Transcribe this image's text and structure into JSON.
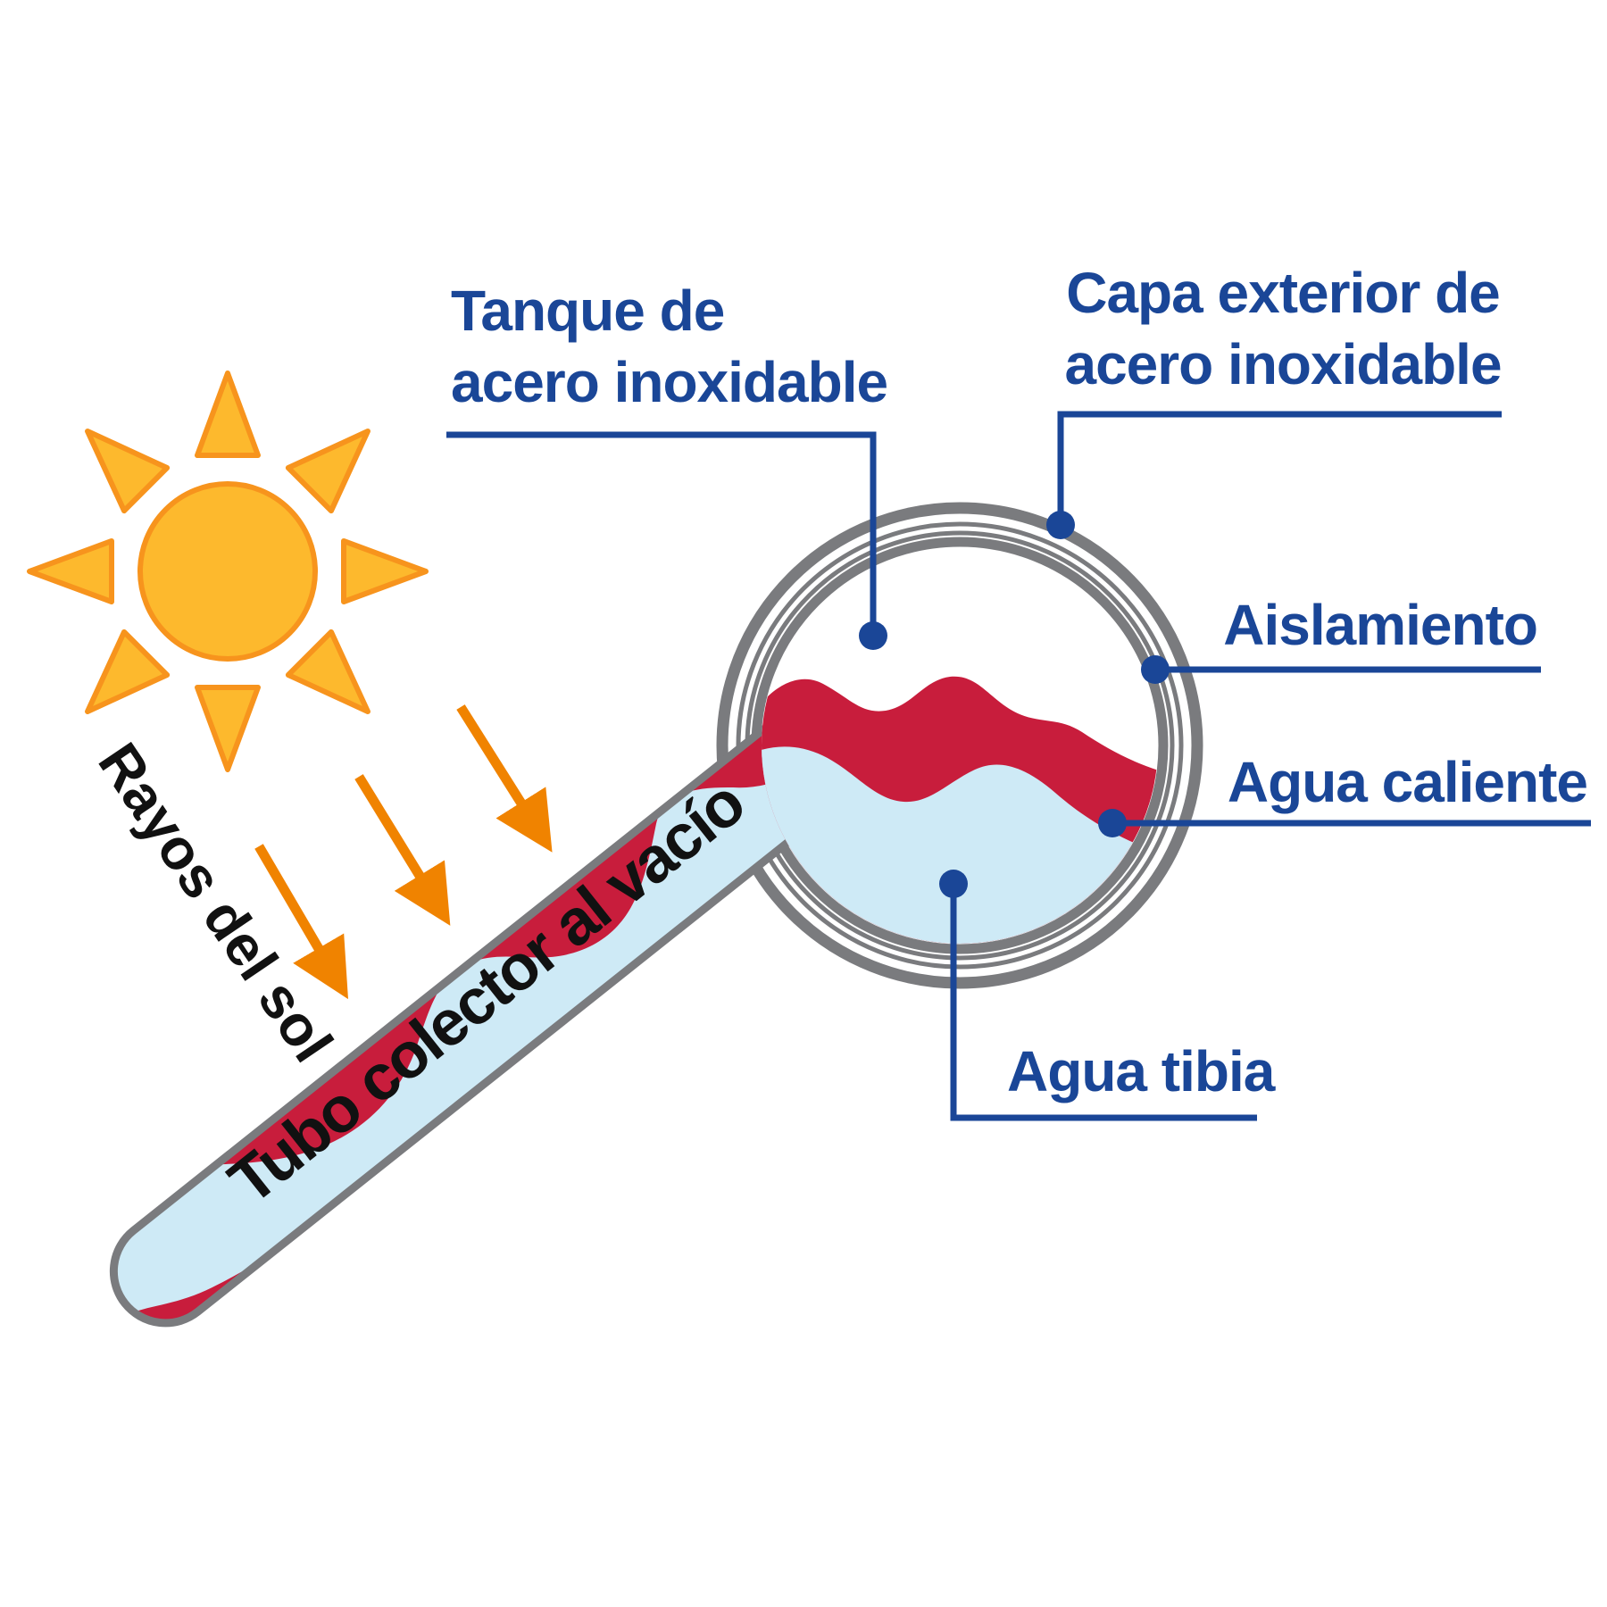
{
  "diagram": {
    "labels": {
      "tank_line1": "Tanque de",
      "tank_line2": "acero inoxidable",
      "outer_layer_line1": "Capa exterior de",
      "outer_layer_line2": "acero inoxidable",
      "insulation": "Aislamiento",
      "hot_water": "Agua caliente",
      "warm_water": "Agua tibia",
      "sun_rays": "Rayos del sol",
      "vacuum_tube": "Tubo colector al vacío"
    },
    "colors": {
      "label_navy": "#1A4697",
      "sun_fill": "#FDB92D",
      "sun_stroke": "#F7941D",
      "arrow_orange": "#F08300",
      "hot_red": "#C81D3C",
      "water_blue": "#CEEAF6",
      "metal_gray": "#7A7B7E",
      "text_black": "#111111"
    }
  }
}
